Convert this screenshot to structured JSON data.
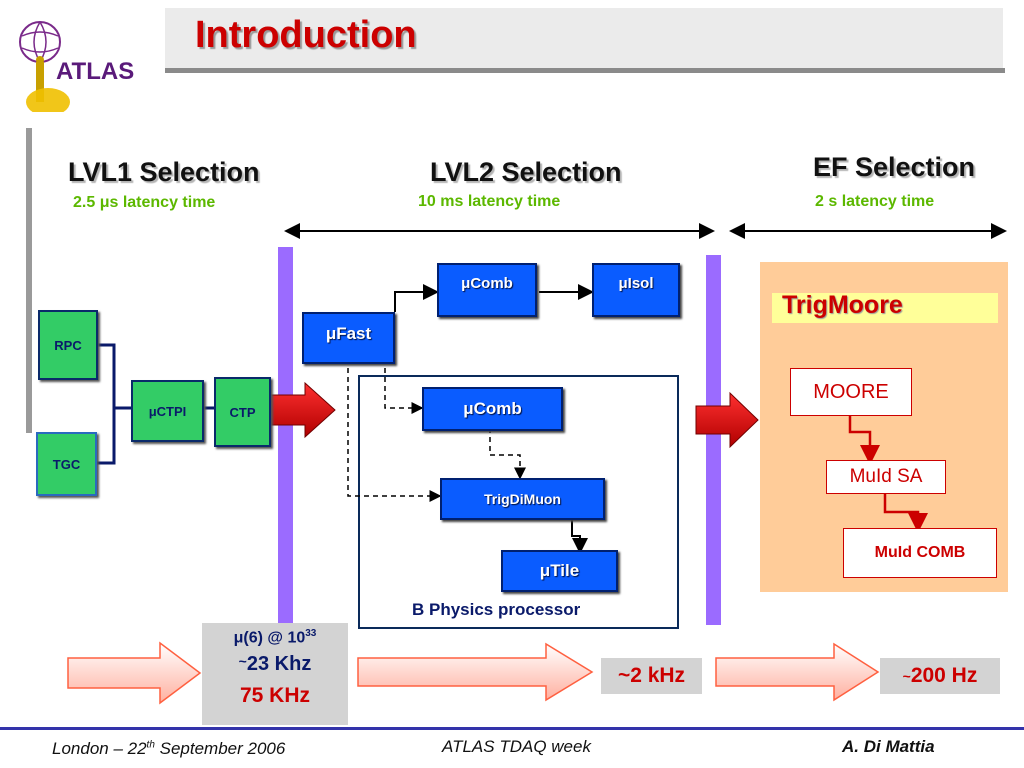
{
  "header": {
    "title": "Introduction",
    "logo_text": "ATLAS"
  },
  "lvl1": {
    "heading": "LVL1 Selection",
    "latency_pre": "2.5 ",
    "latency_mu": "μ",
    "latency_post": "s latency time"
  },
  "lvl2": {
    "heading": "LVL2 Selection",
    "latency": "10 ms latency time"
  },
  "ef": {
    "heading": "EF Selection",
    "latency": "2 s latency time"
  },
  "lvl1_boxes": {
    "rpc": "RPC",
    "tgc": "TGC",
    "ctpi": "μCTPI",
    "ctp": "CTP"
  },
  "lvl2_boxes": {
    "mufast": "μFast",
    "mucomb_top": "μComb",
    "muisol": "μIsol",
    "mucomb_b": "μComb",
    "trigdimuon": "TrigDiMuon",
    "mutile": "μTile"
  },
  "bphysics_label": "B Physics processor",
  "ef_boxes": {
    "trigmoore": "TrigMoore",
    "moore": "MOORE",
    "muid_sa": "MuId SA",
    "muid_comb": "MuId COMB"
  },
  "rates": {
    "lvl1_line1_mu": "μ",
    "lvl1_line1": "(6) @ 10",
    "lvl1_line1_exp": "33",
    "lvl1_line2_tilde": "~",
    "lvl1_line2": "23 Khz",
    "lvl1_line3": "75 KHz",
    "lvl2": "~2 kHz",
    "ef_tilde": "~",
    "ef": " 200 Hz"
  },
  "footer": {
    "left_pre": "London – 22",
    "left_sup": "th",
    "left_post": " September 2006",
    "center": "ATLAS TDAQ week",
    "right": "A. Di Mattia"
  },
  "colors": {
    "title": "#cc0000",
    "latency": "#5cb800",
    "green_box": "#33cc66",
    "blue_box": "#0a5cff",
    "bar": "#9b6bff",
    "ef_panel": "#ffcc99"
  }
}
